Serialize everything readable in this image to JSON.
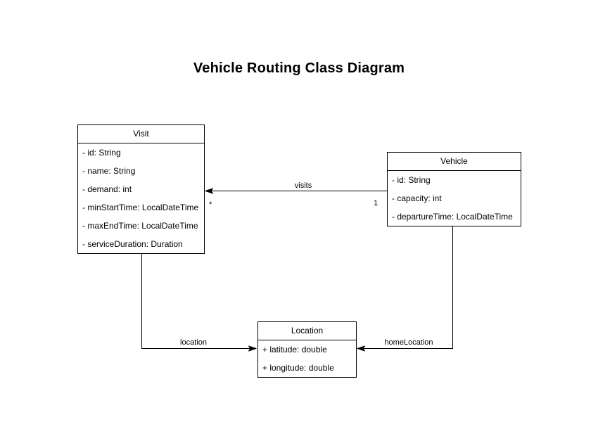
{
  "diagram": {
    "title": "Vehicle Routing Class Diagram",
    "background_color": "#ffffff",
    "stroke_color": "#000000",
    "fill_color": "#ffffff",
    "text_color": "#000000"
  },
  "classes": {
    "visit": {
      "name": "Visit",
      "attributes": [
        "- id: String",
        "- name: String",
        "- demand: int",
        "- minStartTime: LocalDateTime",
        "- maxEndTime: LocalDateTime",
        "- serviceDuration: Duration"
      ]
    },
    "vehicle": {
      "name": "Vehicle",
      "attributes": [
        "- id: String",
        "- capacity: int",
        "- departureTime: LocalDateTime"
      ]
    },
    "location": {
      "name": "Location",
      "attributes": [
        "+ latitude: double",
        "+ longitude: double"
      ]
    }
  },
  "edges": {
    "visits": {
      "label": "visits",
      "source": "Vehicle",
      "target": "Visit",
      "source_multiplicity": "1",
      "target_multiplicity": "*"
    },
    "location": {
      "label": "location",
      "source": "Visit",
      "target": "Location"
    },
    "home_location": {
      "label": "homeLocation",
      "source": "Vehicle",
      "target": "Location"
    }
  }
}
